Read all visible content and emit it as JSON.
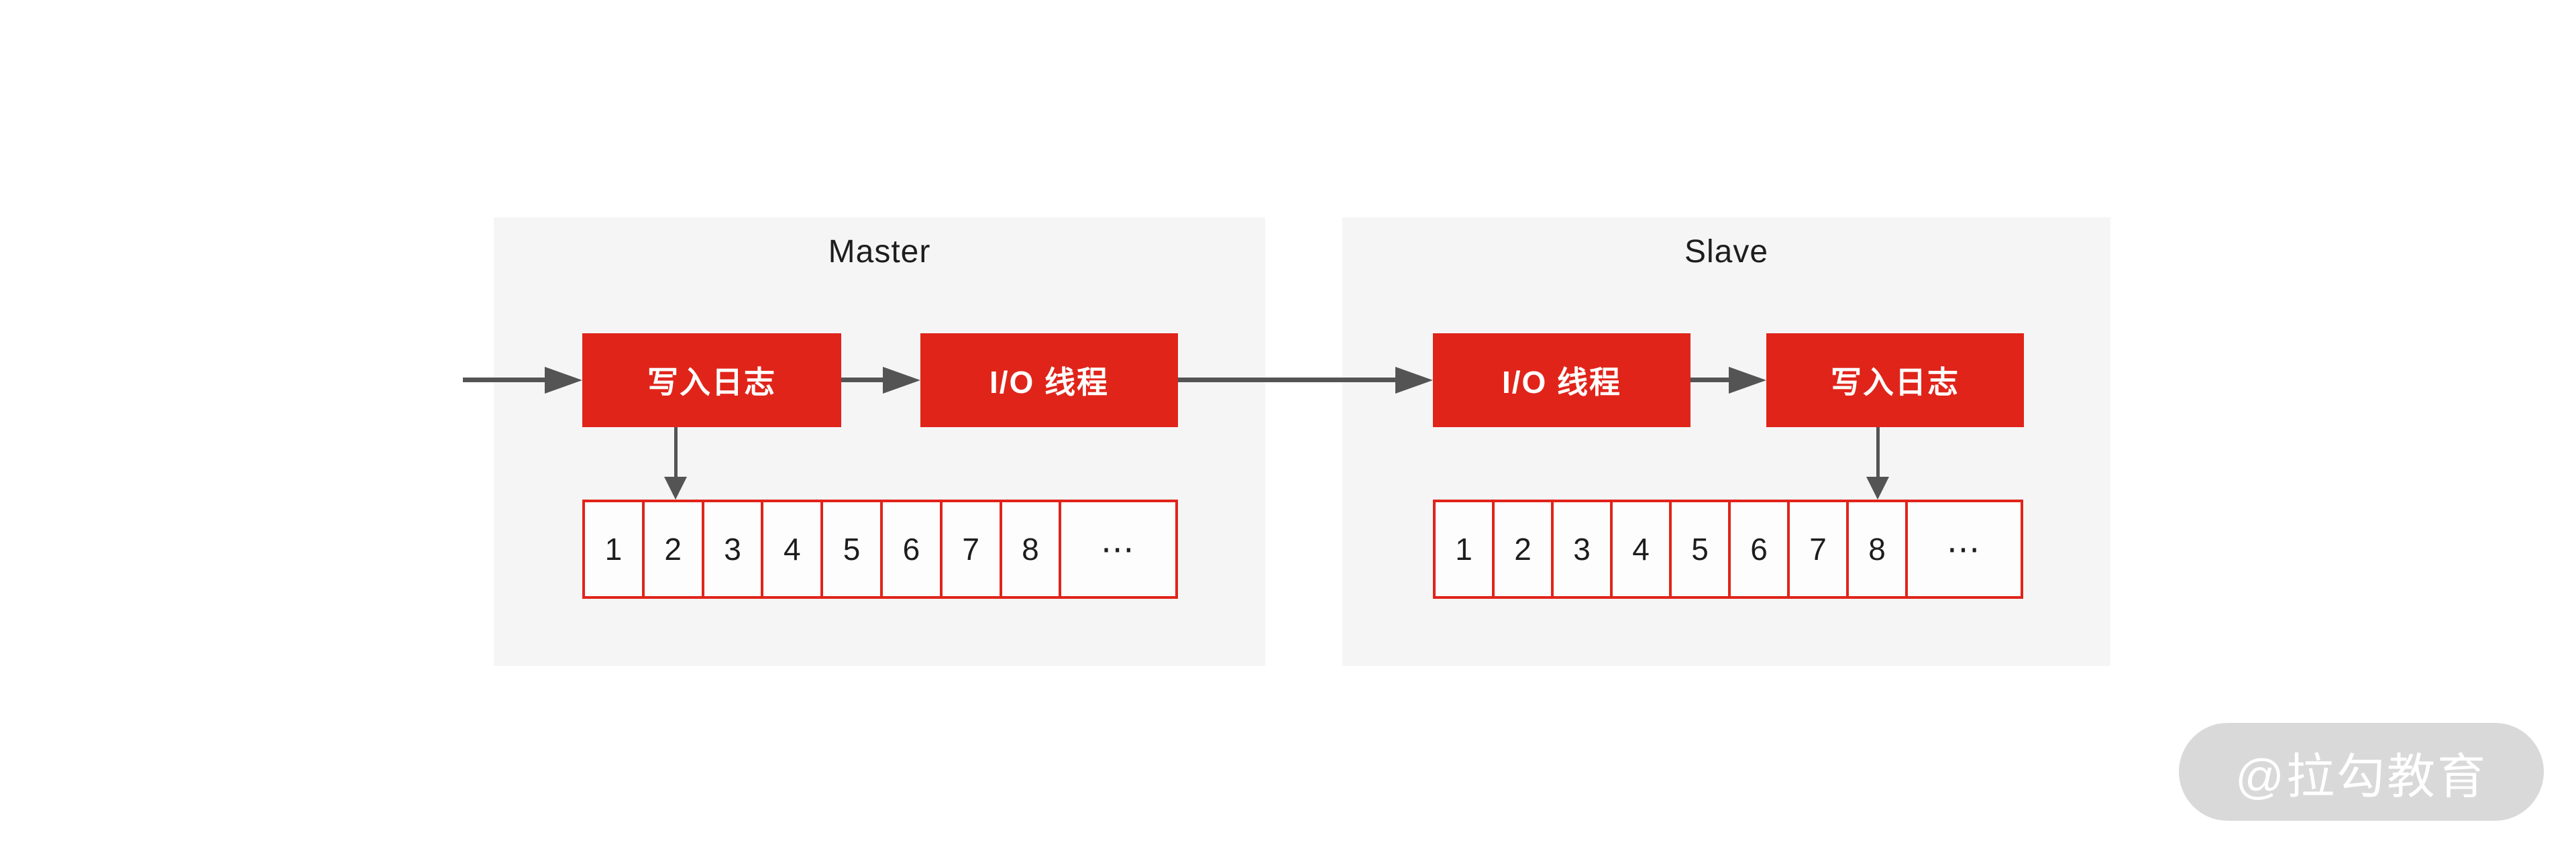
{
  "colors": {
    "accent_red": "#e0241a",
    "panel_bg": "#f5f5f5",
    "cell_bg": "#fdfdfd",
    "arrow": "#545454",
    "text_dark": "#1d1d1d",
    "box_text": "#ffffff",
    "watermark_bg": "#d9d9d9",
    "watermark_text": "#ffffff"
  },
  "master": {
    "title": "Master",
    "boxes": [
      {
        "label": "写入日志"
      },
      {
        "label": "I/O 线程"
      }
    ],
    "cells": [
      "1",
      "2",
      "3",
      "4",
      "5",
      "6",
      "7",
      "8",
      "⋯"
    ]
  },
  "slave": {
    "title": "Slave",
    "boxes": [
      {
        "label": "I/O 线程"
      },
      {
        "label": "写入日志"
      }
    ],
    "cells": [
      "1",
      "2",
      "3",
      "4",
      "5",
      "6",
      "7",
      "8",
      "⋯"
    ]
  },
  "watermark": {
    "label": "@拉勾教育"
  }
}
